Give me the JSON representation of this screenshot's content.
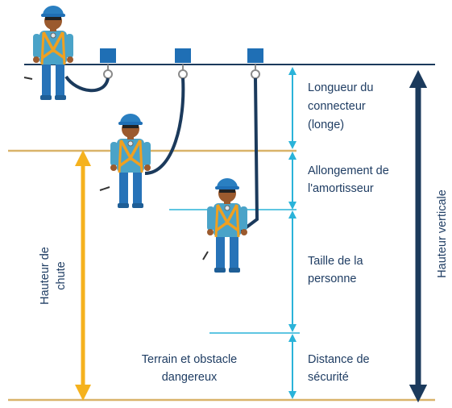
{
  "labels": {
    "longueur_line1": "Longueur du",
    "longueur_line2": "connecteur",
    "longueur_line3": "(longe)",
    "allongement_line1": "Allongement de",
    "allongement_line2": "l'amortisseur",
    "taille_line1": "Taille de la",
    "taille_line2": "personne",
    "distance_line1": "Distance de",
    "distance_line2": "sécurité",
    "terrain_line1": "Terrain et obstacle",
    "terrain_line2": "dangereux",
    "hauteur_chute_line1": "Hauteur de",
    "hauteur_chute_line2": "chute",
    "hauteur_verticale": "Hauteur verticale"
  },
  "colors": {
    "navy": "#1b3a5c",
    "cyan_arrow": "#2ab3d9",
    "orange_arrow": "#f5b21e",
    "gold_line": "#d9b36a",
    "helmet_blue": "#2a7fc1",
    "anchor_blue": "#1f6fb5",
    "skin": "#9b5a2e",
    "harness_orange": "#f0a020",
    "shirt_teal": "#4aa3c8",
    "pants_blue": "#2773b8"
  },
  "icons": [
    "anchor-point-icon",
    "worker-icon",
    "lanyard-icon"
  ]
}
